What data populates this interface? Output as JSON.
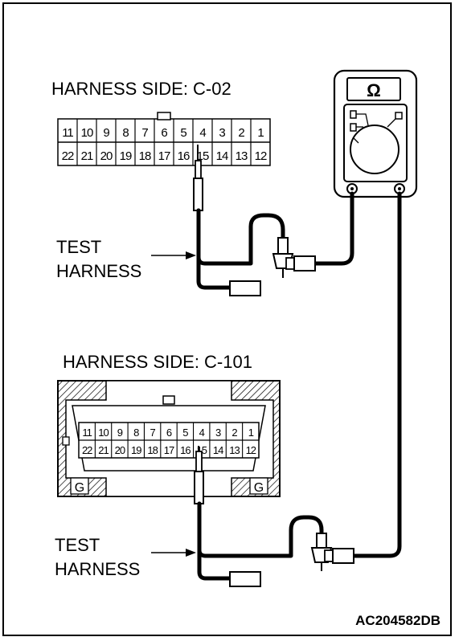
{
  "connector_top": {
    "title": "HARNESS SIDE: C-02",
    "row1": [
      "11",
      "10",
      "9",
      "8",
      "7",
      "6",
      "5",
      "4",
      "3",
      "2",
      "1"
    ],
    "row2": [
      "22",
      "21",
      "20",
      "19",
      "18",
      "17",
      "16",
      "15",
      "14",
      "13",
      "12"
    ]
  },
  "connector_bottom": {
    "title": "HARNESS SIDE: C-101",
    "row1": [
      "11",
      "10",
      "9",
      "8",
      "7",
      "6",
      "5",
      "4",
      "3",
      "2",
      "1"
    ],
    "row2": [
      "22",
      "21",
      "20",
      "19",
      "18",
      "17",
      "16",
      "15",
      "14",
      "13",
      "12"
    ],
    "ground_mark": "G"
  },
  "test_harness_top": {
    "line1": "TEST",
    "line2": "HARNESS"
  },
  "test_harness_bottom": {
    "line1": "TEST",
    "line2": "HARNESS"
  },
  "meter": {
    "symbol": "Ω"
  },
  "figure_code": "AC204582DB"
}
